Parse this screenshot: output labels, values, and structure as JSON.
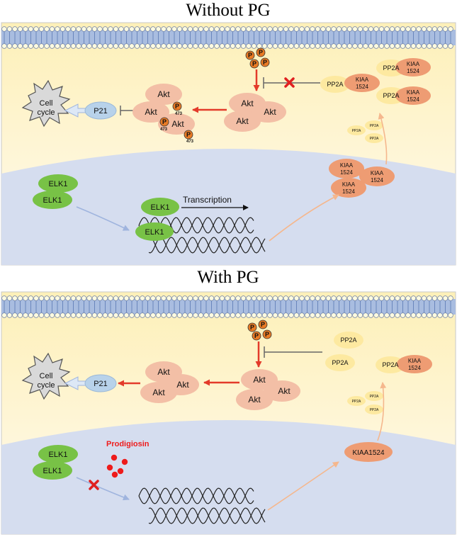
{
  "panels": [
    {
      "title": "Without PG",
      "labels": {
        "cell_cycle": [
          "Cell",
          "cycle"
        ],
        "p21": "P21",
        "akt": "Akt",
        "phospho": "P",
        "site": "473",
        "pp2a": "PP2A",
        "kiaa": [
          "KIAA",
          "1524"
        ],
        "elk1": "ELK1",
        "transcription": "Transcription"
      }
    },
    {
      "title": "With PG",
      "labels": {
        "cell_cycle": [
          "Cell",
          "cycle"
        ],
        "p21": "P21",
        "akt": "Akt",
        "phospho": "P",
        "pp2a": "PP2A",
        "kiaa": [
          "KIAA",
          "1524"
        ],
        "kiaa_single": "KIAA1524",
        "elk1": "ELK1",
        "drug": "Prodigiosin"
      }
    }
  ],
  "colors": {
    "cytoplasm": "#fdf3c4",
    "nucleus": "#d5ddef",
    "membrane": "#a9bde0",
    "akt": "#f3bfa6",
    "phospho": "#e97b25",
    "p21": "#b8d2ea",
    "pp2a": "#fde9a0",
    "kiaa": "#ee9c73",
    "elk1": "#78c246",
    "arrow_red": "#e33b2a",
    "inhibit_x": "#e02020",
    "prodigiosin": "#ee1b1b"
  }
}
